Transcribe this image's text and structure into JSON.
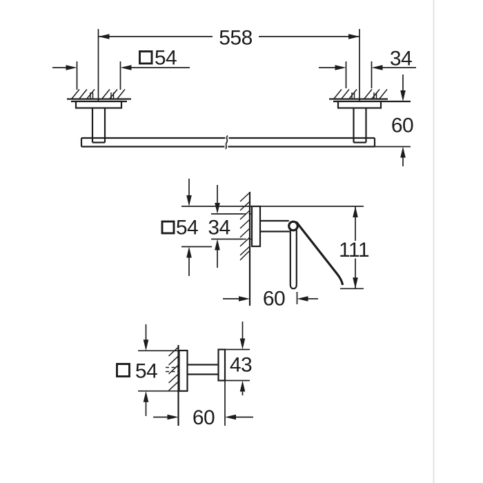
{
  "page": {
    "background": "#ffffff",
    "line_color": "#1c1c1c",
    "edge_divider_color": "#e2e2e2"
  },
  "drawings": {
    "towel_bar": {
      "length": "558",
      "plate": "54",
      "bracket": "34",
      "depth": "60"
    },
    "paper_holder": {
      "plate": "54",
      "bracket": "34",
      "height": "111",
      "depth": "60"
    },
    "hook": {
      "plate": "54",
      "head": "43",
      "depth": "60"
    }
  }
}
